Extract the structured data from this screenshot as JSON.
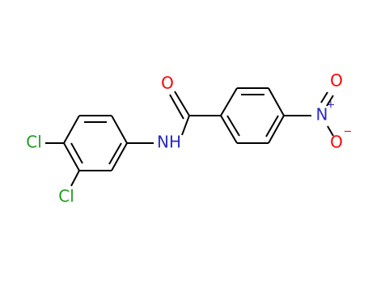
{
  "colors": {
    "background": "#ffffff",
    "bond": "#000000",
    "nitrogen": "#2b2bbf",
    "oxygen": "#ff0000",
    "chlorine": "#1f9b1f"
  },
  "atoms": {
    "cl_top": "Cl",
    "cl_bottom": "Cl",
    "amide_n": "NH",
    "carbonyl_o": "O",
    "nitro_n": "N",
    "nitro_o_top": "O",
    "nitro_o_bottom": "O",
    "nitro_n_charge": "+",
    "nitro_o_charge": "−"
  }
}
